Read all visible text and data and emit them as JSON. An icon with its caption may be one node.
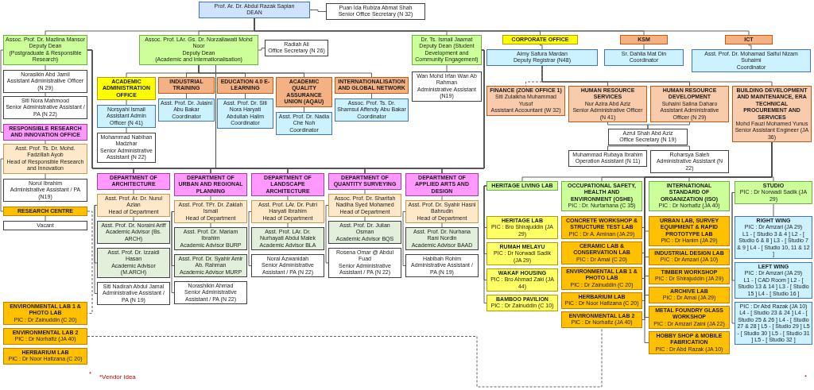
{
  "diagram": {
    "nodes": [
      {
        "text": [
          "Prof. Ar. Dr. Abdul Razak Sapian",
          "DEAN"
        ]
      },
      {
        "text": [
          "Puan Ida Rubiza Abmat Shah",
          "Senior Office Secretary (N 32)"
        ]
      },
      {
        "text": [
          "Assoc. Prof. Dr. Mazlina Mansor",
          "Deputy Dean",
          "(Postgraduate & Responsible Research)"
        ]
      },
      {
        "text": [
          "Assoc. Prof. LAr. Gs. Dr. Norzailawati Mohd Noor",
          "Deputy Dean",
          "(Academic and Internationalisation)"
        ]
      },
      {
        "text": [
          "Dr. Ts. Ismail Jaamat",
          "Deputy Dean (Student Development and Community Engagement)"
        ]
      },
      {
        "text": [
          "CORPORATE OFFICE"
        ]
      },
      {
        "text": [
          "KSM"
        ]
      },
      {
        "text": [
          "ICT"
        ]
      },
      {
        "text": [
          "Aimy Safura Mardan",
          "Deputy Registrar (N48)"
        ]
      },
      {
        "text": [
          "Sr. Dahlia Mat Din",
          "Coordinator"
        ]
      },
      {
        "text": [
          "Asst. Prof. Dr. Mohamad Saiful Nizam Suhaimi",
          "Coordinator"
        ]
      },
      {
        "text": [
          "Norasikin Abd Jamil",
          "Assistant Administrative Officer (N 29)"
        ]
      },
      {
        "text": [
          "Siti Nora Mahmood",
          "Senior Administrative Assistant / PA (N 22)"
        ]
      },
      {
        "text": [
          "RESPONSIBLE RESEARCH AND INNOVATION OFFICE"
        ]
      },
      {
        "text": [
          "Asst. Prof. Ts. Dr. Mohd. Fadzillah Ayob",
          "Head of Responsible Research and Innovation"
        ]
      },
      {
        "text": [
          "RESEARCH CENTRE"
        ]
      },
      {
        "text": [
          "Norul Ibrahim",
          "Administrative Assistant / PA (N19)"
        ]
      },
      {
        "text": [
          "Vacant"
        ]
      },
      {
        "text": [
          "Radiah Ali",
          "Office Secretary (N 26)"
        ]
      },
      {
        "text": [
          "ACADEMIC ADMINISTRATION OFFICE"
        ]
      },
      {
        "text": [
          "Norsyahi Ismail",
          "Assistant Admin Officer (N 41)"
        ]
      },
      {
        "text": [
          "Mohammad Nabihan Madzhar",
          "Senior Administrative Assistant (N 22)"
        ]
      },
      {
        "text": [
          "INDUSTRIAL TRAINING"
        ]
      },
      {
        "text": [
          "Asst. Prof. Dr. Julaini Abu Bakar",
          "Coordinator"
        ]
      },
      {
        "text": [
          "EDUCATION 4.0 E-LEARNING"
        ]
      },
      {
        "text": [
          "Asst. Prof. Dr. Siti Nora Haryati Abdullah Halim",
          "Coordinator"
        ]
      },
      {
        "text": [
          "ACADEMIC QUALITY ASSURANCE UNION (AQAU)"
        ]
      },
      {
        "text": [
          "Asst. Prof. Dr. Nadia Che Noh",
          "Coordinator"
        ]
      },
      {
        "text": [
          "INTERNATIONALISATION AND GLOBAL NETWORK"
        ]
      },
      {
        "text": [
          "Assoc. Prof. Ts. Dr. Shamsul Affendy Abu Bakar",
          "Coordinator"
        ]
      },
      {
        "text": [
          "Wan Mohd Irfan Wan Ab Rahman",
          "Administrative Assistant (N19)"
        ]
      },
      {
        "text": [
          "FINANCE (ZONE OFFICE 1)",
          "Siti Zulaikha Muhammad Yusof",
          "Assistant Accountant (W 32)"
        ]
      },
      {
        "text": [
          "HUMAN RESOURCE SERVICES",
          "Nur Azira Abd Aziz",
          "Senior Administrative Officer (N 41)"
        ]
      },
      {
        "text": [
          "HUMAN RESOURCE DEVELOPMENT",
          "Suhaini Salina Daharo",
          "Assistant Administrative Officer (N 29)"
        ]
      },
      {
        "text": [
          "BUILDING DEVELOPMENT AND MAINTENANCE, ERA TECHNICAL PROCUREMENT AND SERVICES",
          "Mohd Fauzi Mohamed Yunus",
          "Senior Assistant Engineer (JA 36)"
        ]
      },
      {
        "text": [
          "Azrul Shah Abd Aziz",
          "Office Secretary (N 19)"
        ]
      },
      {
        "text": [
          "Muhammad Rubaya Ibrahim",
          "Operation Assistant (N 11)"
        ]
      },
      {
        "text": [
          "Roharsya Saleh",
          "Administrative Assistant (N 22)"
        ]
      },
      {
        "text": [
          "DEPARTMENT OF ARCHITECTURE"
        ]
      },
      {
        "text": [
          "Asst. Prof. Ar. Dr. Nurul Azlan",
          "Head of Department"
        ]
      },
      {
        "text": [
          "Asst. Prof. Dr. Noraini Ariff",
          "Academic Advisor (Bs. ARCH)"
        ]
      },
      {
        "text": [
          "Asst. Prof. Dr. Izzaidi Hasan",
          "Academic Advisor (M.ARCH)"
        ]
      },
      {
        "text": [
          "Siti Nadirah Abdul Jamal",
          "Administrative Assistant / PA (N 19)"
        ]
      },
      {
        "text": [
          "DEPARTMENT OF URBAN AND REGIONAL PLANNING"
        ]
      },
      {
        "text": [
          "Asst. Prof. TPr. Dr. Zakiah Ismail",
          "Head of Department"
        ]
      },
      {
        "text": [
          "Asst. Prof. Dr. Mariam Ibrahim",
          "Academic Advisor BURP"
        ]
      },
      {
        "text": [
          "Asst. Prof. Dr. Syahir Amir Ab. Rahman",
          "Academic Advisor MURP"
        ]
      },
      {
        "text": [
          "Norashikin Ahmad",
          "Senior Administrative Assistant / PA (N 22)"
        ]
      },
      {
        "text": [
          "DEPARTMENT OF LANDSCAPE ARCHITECTURE"
        ]
      },
      {
        "text": [
          "Asst. Prof. LAr. Dr. Putri Haryati Ibrahim",
          "Head of Department"
        ]
      },
      {
        "text": [
          "Asst. Prof. LAr. Dr. Nurhayati Abdul Malek",
          "Academic Advisor BLA"
        ]
      },
      {
        "text": [
          "Noral Azwanidah",
          "Senior Administrative Assistant / PA (N 22)"
        ]
      },
      {
        "text": [
          "DEPARTMENT OF QUANTITY SURVEYING"
        ]
      },
      {
        "text": [
          "Assoc. Prof. Dr. Sharifah Nadiha Syed Mohamed",
          "Head of Department"
        ]
      },
      {
        "text": [
          "Asst. Prof. Dr. Julian Osman",
          "Academic Advisor BQS"
        ]
      },
      {
        "text": [
          "Rosena Omar @ Abdul Fuad",
          "Senior Administrative Assistant / PA (N 22)"
        ]
      },
      {
        "text": [
          "DEPARTMENT OF APPLIED ARTS AND DESIGN"
        ]
      },
      {
        "text": [
          "Asst. Prof. Dr. Syahir Hasni Bahrudin",
          "Head of Department"
        ]
      },
      {
        "text": [
          "Asst. Prof. Dr. Nurhana Rani Nordin",
          "Academic Advisor BAAD"
        ]
      },
      {
        "text": [
          "Habibah Rohim",
          "Administrative Assistant / PA (N 19)"
        ]
      },
      {
        "text": [
          "HERITAGE LIVING LAB"
        ]
      },
      {
        "text": [
          "OCCUPATIONAL SAFETY, HEALTH AND ENVIRONMENT (OSHE)",
          "PIC : Dr. Nurfarhana (C 35)"
        ]
      },
      {
        "text": [
          "INTERNATIONAL STANDARD OF ORGANIZATION (ISO)",
          "PIC : Dr Norhafiz (JA 40)"
        ]
      },
      {
        "text": [
          "STUDIO",
          "PIC : Dr Norwadi Sadik (JA 29)"
        ]
      },
      {
        "text": [
          "HERITAGE LAB",
          "PIC : Bro Shirajuddin (JA 29)"
        ]
      },
      {
        "text": [
          "RUMAH MELAYU",
          "PIC : Dr Norwadi Sadik (JA 29)"
        ]
      },
      {
        "text": [
          "WAKAF HOUSING",
          "PIC : Bro Ahmad Zaki (JA 44)"
        ]
      },
      {
        "text": [
          "BAMBOO PAVILION",
          "PIC : Dr Zainuddin (C 10)"
        ]
      },
      {
        "text": [
          "CONCRETE WORKSHOP & STRUCTURE TEST LAB",
          "PIC : Dr A. Aminan (JA 29)"
        ]
      },
      {
        "text": [
          "URBAN LAB, SURVEY EQUIPMENT & RAPID PROTOTYPE LAB",
          "PIC : Dr Hanim (JA 29)"
        ]
      },
      {
        "text": [
          "CERAMIC LAB & CONSERVATION LAB",
          "PIC : Dr Amal (C 20)"
        ]
      },
      {
        "text": [
          "INDUSTRIAL DESIGN LAB",
          "PIC : Dr Amzari (JA 10)"
        ]
      },
      {
        "text": [
          "ENVIRONMENTAL LAB 1 & PHOTO LAB",
          "PIC : Dr Zainuddin (C 20)"
        ]
      },
      {
        "text": [
          "TIMBER WORKSHOP",
          "PIC : Dr Shirajuddin (JA 29)"
        ]
      },
      {
        "text": [
          "ENVIRONMENTAL LAB 2",
          "PIC : Dr Norhafiz (JA 40)"
        ]
      },
      {
        "text": [
          "ARCHIVE LAB",
          "PIC : Dr Amal (JA 29)"
        ]
      },
      {
        "text": [
          "HERBARIUM LAB",
          "PIC : Dr Noor Hafizana (C 20)"
        ]
      },
      {
        "text": [
          "METAL FOUNDRY GLASS WORKSHOP",
          "PIC : Dr Amzari Zaini (JA 22)"
        ]
      },
      {
        "text": [
          "HOBBY SHOP & MOBILE FABRICATION",
          "PIC : Dr Abd Razak (JA 10)"
        ]
      },
      {
        "text": [
          "ENVIRONMENTAL LAB 1 & PHOTO LAB",
          "PIC : Dr Zainuddin (C 20)"
        ]
      },
      {
        "text": [
          "ENVIRONMENTAL LAB 2",
          "PIC : Dr Norhafiz (JA 40)"
        ]
      },
      {
        "text": [
          "HERBARIUM LAB",
          "PIC : Dr Noor Hafizana (C 20)"
        ]
      },
      {
        "text": [
          "RIGHT WING",
          "PIC : Dr Amzari (JA 29)",
          "L1 - [ Studio 3 & 4 ] L2 - [ Studio 6 & 8 ] L3 - [ Studio 7 & 9 ] L4 - [ Studio 10, 11 & 12 ]"
        ]
      },
      {
        "text": [
          "LEFT WING",
          "PIC : Dr Amzari (JA 29)",
          "L1 - [ CAD Room ] L2 - [ Studio 13 & 14 ] L3 - [ Studio 15 ] L4 - [ Studio 16 ]"
        ]
      },
      {
        "text": [
          "PIC : Dr Abd Razak (JA 10)",
          "L4 - [ Studio 23 & 24 ] L4 - [ Studio 25 & 26 ] L4 - [ Studio 27 & 28 ] L5 - [ Studio 29 ] L5 - [ Studio 30 ] L5 - [ Studio 31 ] L5 - [ Studio 32 ]"
        ]
      }
    ],
    "edges": [
      {
        "from": 0,
        "to": 1,
        "arrow": "none"
      },
      {
        "from": 0,
        "to": 2,
        "arrow": "none"
      },
      {
        "from": 0,
        "to": 3,
        "arrow": "none"
      },
      {
        "from": 0,
        "to": 4,
        "arrow": "none"
      },
      {
        "from": 0,
        "to": 5,
        "arrow": "none"
      },
      {
        "from": 0,
        "to": 6,
        "arrow": "none"
      },
      {
        "from": 0,
        "to": 7,
        "arrow": "none"
      },
      {
        "from": 5,
        "to": 8,
        "arrow": "none"
      },
      {
        "from": 6,
        "to": 9,
        "arrow": "none"
      },
      {
        "from": 7,
        "to": 10,
        "arrow": "none"
      },
      {
        "from": 2,
        "to": 11,
        "arrow": "none"
      },
      {
        "from": 11,
        "to": 12,
        "arrow": "none"
      },
      {
        "from": 2,
        "to": 13,
        "arrow": "none"
      },
      {
        "from": 13,
        "to": 14,
        "arrow": "none"
      },
      {
        "from": 14,
        "to": 15,
        "arrow": "none"
      },
      {
        "from": 14,
        "to": 16,
        "arrow": "none"
      },
      {
        "from": 15,
        "to": 17,
        "arrow": "none"
      },
      {
        "from": 3,
        "to": 18,
        "arrow": "none"
      },
      {
        "from": 3,
        "to": 19,
        "arrow": "none"
      },
      {
        "from": 19,
        "to": 20,
        "arrow": "none"
      },
      {
        "from": 20,
        "to": 21,
        "arrow": "none"
      },
      {
        "from": 3,
        "to": 22,
        "arrow": "none"
      },
      {
        "from": 22,
        "to": 23,
        "arrow": "none"
      },
      {
        "from": 3,
        "to": 24,
        "arrow": "none"
      },
      {
        "from": 24,
        "to": 25,
        "arrow": "none"
      },
      {
        "from": 3,
        "to": 26,
        "arrow": "none"
      },
      {
        "from": 26,
        "to": 27,
        "arrow": "none"
      },
      {
        "from": 3,
        "to": 28,
        "arrow": "none"
      },
      {
        "from": 28,
        "to": 29,
        "arrow": "none"
      },
      {
        "from": 4,
        "to": 30,
        "arrow": "none"
      },
      {
        "from": 8,
        "to": 31,
        "arrow": "none",
        "style": "dashed"
      },
      {
        "from": 8,
        "to": 32,
        "arrow": "none"
      },
      {
        "from": 8,
        "to": 33,
        "arrow": "none"
      },
      {
        "from": 8,
        "to": 34,
        "arrow": "none"
      },
      {
        "from": 32,
        "to": 35,
        "arrow": "none"
      },
      {
        "from": 33,
        "to": 35,
        "arrow": "none"
      },
      {
        "from": 35,
        "to": 36,
        "arrow": "none"
      },
      {
        "from": 35,
        "to": 37,
        "arrow": "none"
      },
      {
        "from": 2,
        "to": 38,
        "arrow": "none"
      },
      {
        "from": 3,
        "to": 38,
        "arrow": "none"
      },
      {
        "from": 4,
        "to": 38,
        "arrow": "none"
      },
      {
        "from": 2,
        "to": 43,
        "arrow": "none"
      },
      {
        "from": 3,
        "to": 43,
        "arrow": "none"
      },
      {
        "from": 4,
        "to": 43,
        "arrow": "none"
      },
      {
        "from": 2,
        "to": 48,
        "arrow": "none"
      },
      {
        "from": 3,
        "to": 48,
        "arrow": "none"
      },
      {
        "from": 4,
        "to": 48,
        "arrow": "none"
      },
      {
        "from": 2,
        "to": 52,
        "arrow": "none"
      },
      {
        "from": 3,
        "to": 52,
        "arrow": "none"
      },
      {
        "from": 4,
        "to": 52,
        "arrow": "none"
      },
      {
        "from": 2,
        "to": 56,
        "arrow": "none"
      },
      {
        "from": 3,
        "to": 56,
        "arrow": "none"
      },
      {
        "from": 4,
        "to": 56,
        "arrow": "none"
      },
      {
        "from": 38,
        "to": 39,
        "arrow": "none"
      },
      {
        "from": 39,
        "to": 40,
        "arrow": "none"
      },
      {
        "from": 39,
        "to": 41,
        "arrow": "none"
      },
      {
        "from": 39,
        "to": 42,
        "arrow": "none"
      },
      {
        "from": 43,
        "to": 44,
        "arrow": "none"
      },
      {
        "from": 44,
        "to": 45,
        "arrow": "none"
      },
      {
        "from": 44,
        "to": 46,
        "arrow": "none"
      },
      {
        "from": 44,
        "to": 47,
        "arrow": "none"
      },
      {
        "from": 48,
        "to": 49,
        "arrow": "none"
      },
      {
        "from": 49,
        "to": 50,
        "arrow": "none"
      },
      {
        "from": 49,
        "to": 51,
        "arrow": "none"
      },
      {
        "from": 52,
        "to": 53,
        "arrow": "none"
      },
      {
        "from": 53,
        "to": 54,
        "arrow": "none"
      },
      {
        "from": 53,
        "to": 55,
        "arrow": "none"
      },
      {
        "from": 56,
        "to": 57,
        "arrow": "none"
      },
      {
        "from": 57,
        "to": 58,
        "arrow": "none"
      },
      {
        "from": 57,
        "to": 59,
        "arrow": "none"
      },
      {
        "from": 34,
        "to": 60,
        "arrow": "none"
      },
      {
        "from": 34,
        "to": 61,
        "arrow": "none"
      },
      {
        "from": 34,
        "to": 62,
        "arrow": "none"
      },
      {
        "from": 34,
        "to": 63,
        "arrow": "none"
      },
      {
        "from": 60,
        "to": 64,
        "arrow": "none"
      },
      {
        "from": 60,
        "to": 65,
        "arrow": "none"
      },
      {
        "from": 60,
        "to": 66,
        "arrow": "none"
      },
      {
        "from": 60,
        "to": 67,
        "arrow": "none"
      },
      {
        "from": 34,
        "to": 68,
        "arrow": "none"
      },
      {
        "from": 34,
        "to": 69,
        "arrow": "none"
      },
      {
        "from": 34,
        "to": 70,
        "arrow": "none"
      },
      {
        "from": 34,
        "to": 71,
        "arrow": "none"
      },
      {
        "from": 34,
        "to": 72,
        "arrow": "none"
      },
      {
        "from": 34,
        "to": 73,
        "arrow": "none"
      },
      {
        "from": 34,
        "to": 74,
        "arrow": "none"
      },
      {
        "from": 34,
        "to": 75,
        "arrow": "none"
      },
      {
        "from": 34,
        "to": 76,
        "arrow": "none"
      },
      {
        "from": 34,
        "to": 77,
        "arrow": "none"
      },
      {
        "from": 34,
        "to": 78,
        "arrow": "none"
      },
      {
        "from": 15,
        "to": 79,
        "arrow": "none",
        "style": "dashed"
      },
      {
        "from": 80,
        "to": 74,
        "arrow": "none",
        "style": "dashed"
      },
      {
        "from": 63,
        "to": 82,
        "arrow": "none"
      },
      {
        "from": 63,
        "to": 83,
        "arrow": "none"
      },
      {
        "from": 63,
        "to": 84,
        "arrow": "none"
      }
    ],
    "labels": [
      "*",
      "*",
      "*Vendor idea"
    ]
  }
}
